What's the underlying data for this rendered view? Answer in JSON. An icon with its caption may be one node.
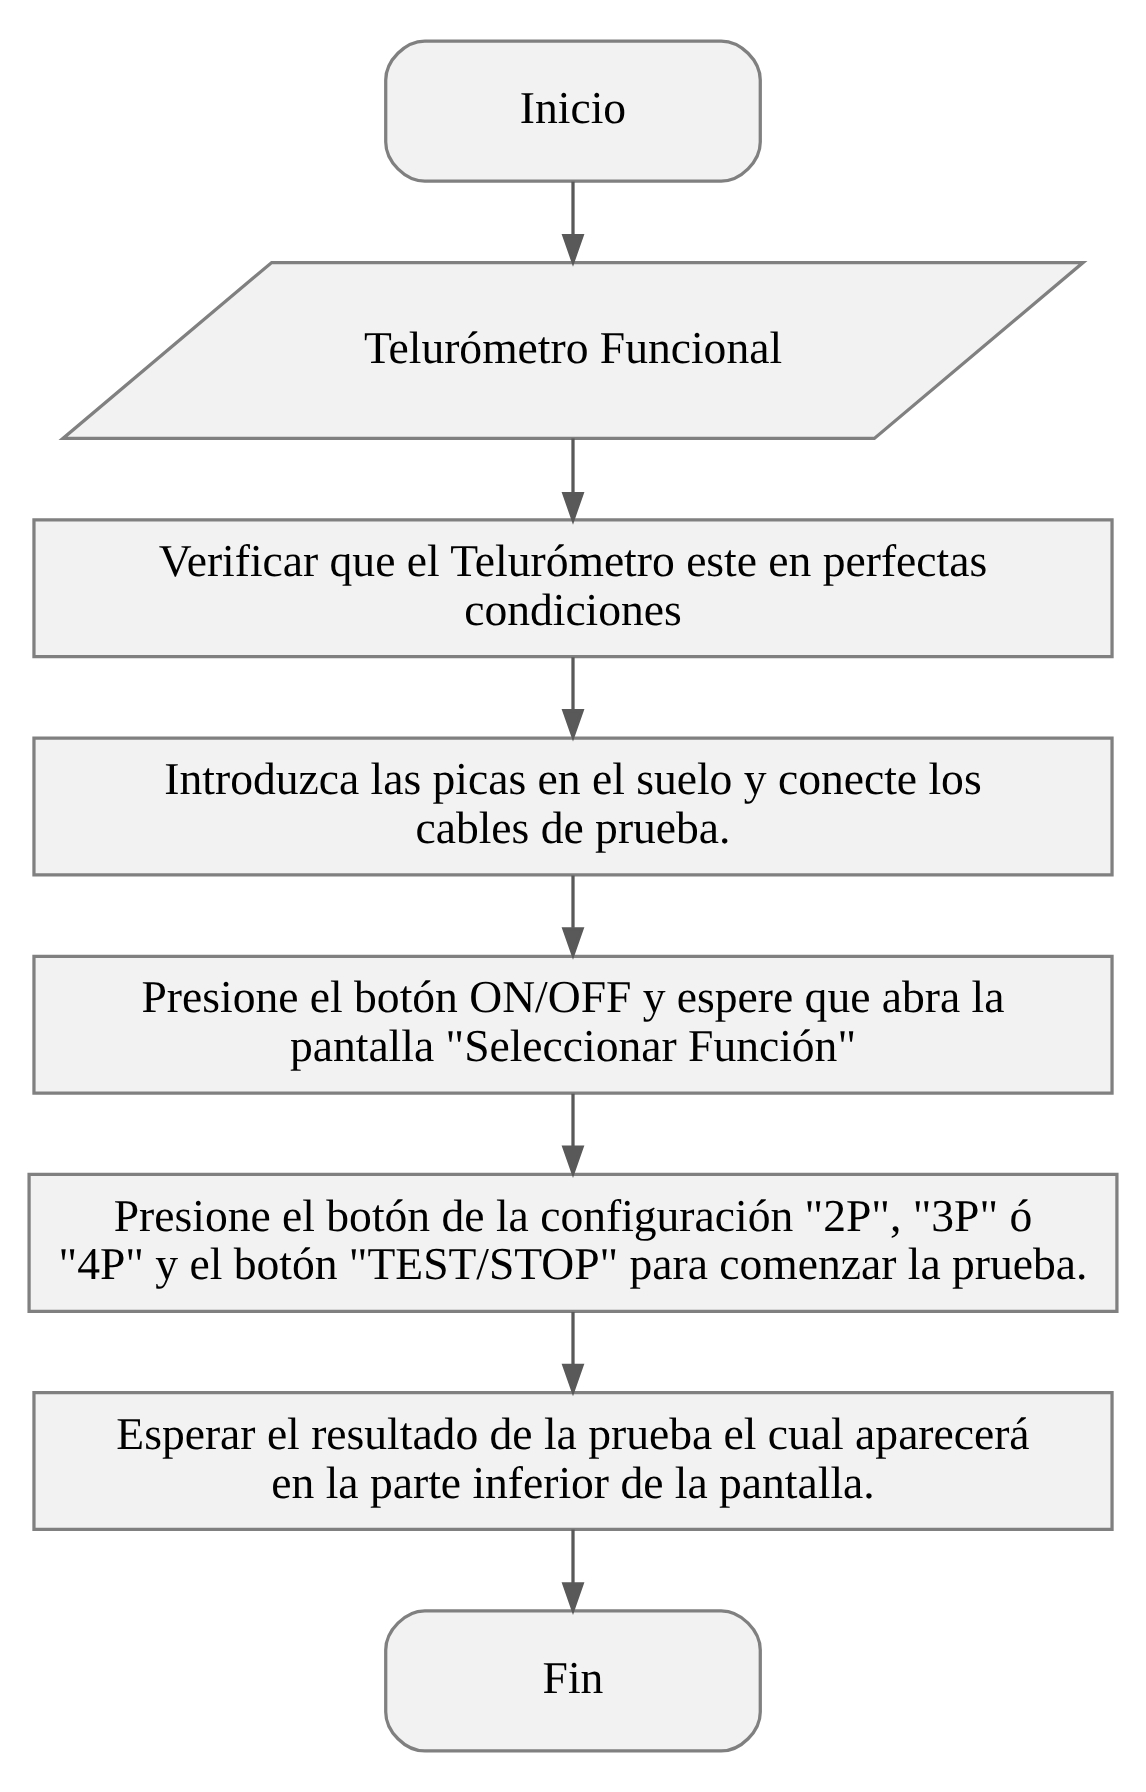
{
  "diagram": {
    "nodes": [
      {
        "text": [
          "Inicio"
        ]
      },
      {
        "text": [
          "Telurómetro Funcional"
        ]
      },
      {
        "text": [
          "Verificar que el Telurómetro este en perfectas condiciones"
        ]
      },
      {
        "text": [
          "Introduzca las picas en el suelo y conecte los cables de prueba."
        ]
      },
      {
        "text": [
          "Presione el botón ON/OFF y espere que abra la pantalla \"Seleccionar Función\""
        ]
      },
      {
        "text": [
          "Presione el botón de la configuración \"2P\", \"3P\" ó \"4P\" y el botón \"TEST/STOP\" para comenzar la prueba."
        ]
      },
      {
        "text": [
          "Esperar el resultado de la prueba el cual aparecerá en la parte inferior de la pantalla."
        ]
      },
      {
        "text": [
          "Fin"
        ]
      }
    ],
    "edges": [
      {
        "from": 0,
        "to": 1,
        "arrow": "to"
      },
      {
        "from": 1,
        "to": 2,
        "arrow": "to"
      },
      {
        "from": 2,
        "to": 3,
        "arrow": "to"
      },
      {
        "from": 3,
        "to": 4,
        "arrow": "to"
      },
      {
        "from": 4,
        "to": 5,
        "arrow": "to"
      },
      {
        "from": 5,
        "to": 6,
        "arrow": "to"
      },
      {
        "from": 6,
        "to": 7,
        "arrow": "to"
      }
    ]
  }
}
